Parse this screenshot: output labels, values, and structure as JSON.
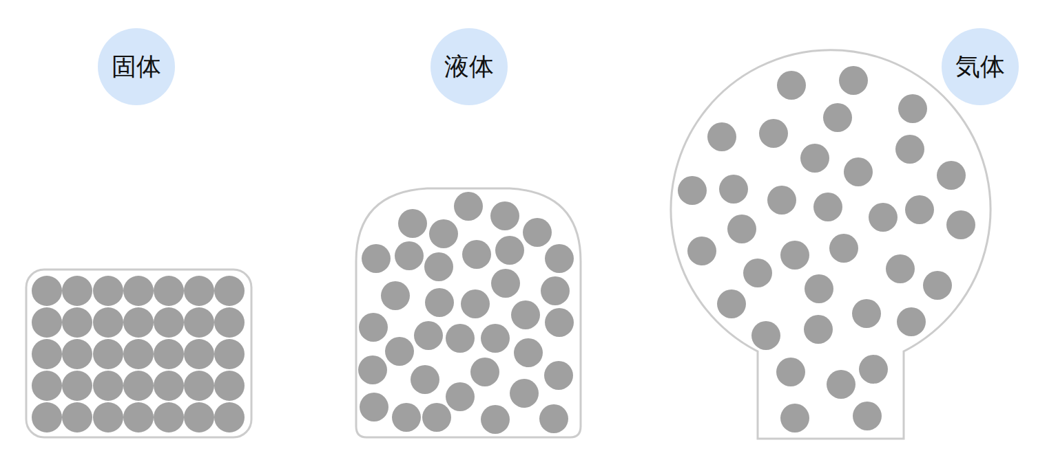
{
  "diagram": {
    "nodes": [
      {
        "text": [
          "固体"
        ]
      },
      {
        "text": [
          "液体"
        ]
      },
      {
        "text": [
          "気体"
        ]
      }
    ]
  }
}
